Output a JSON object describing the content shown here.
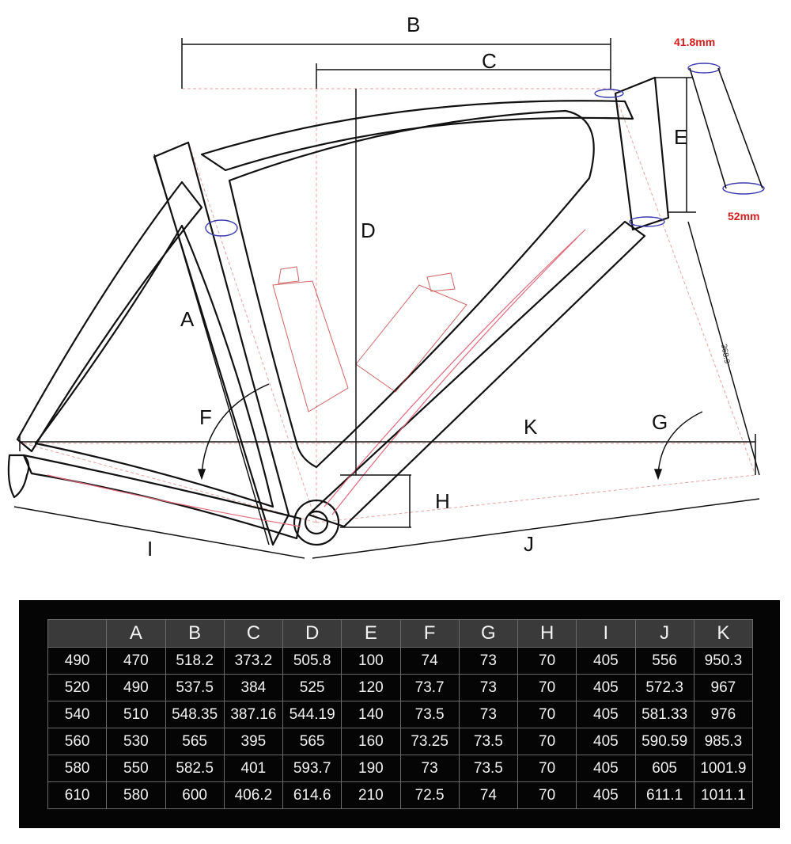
{
  "diagram": {
    "labels": {
      "A": "A",
      "B": "B",
      "C": "C",
      "D": "D",
      "E": "E",
      "F": "F",
      "G": "G",
      "H": "H",
      "I": "I",
      "J": "J",
      "K": "K"
    },
    "top_diameter": "41.8mm",
    "bottom_diameter": "52mm",
    "fork_length": "368.9",
    "colors": {
      "line": "#111111",
      "annotation": "#d41c1c",
      "guide": "#e9a3a3",
      "table_bg": "#050505",
      "header_bg": "#3a3a3a"
    }
  },
  "table": {
    "columns": [
      "",
      "A",
      "B",
      "C",
      "D",
      "E",
      "F",
      "G",
      "H",
      "I",
      "J",
      "K"
    ],
    "rows": [
      [
        "490",
        "470",
        "518.2",
        "373.2",
        "505.8",
        "100",
        "74",
        "73",
        "70",
        "405",
        "556",
        "950.3"
      ],
      [
        "520",
        "490",
        "537.5",
        "384",
        "525",
        "120",
        "73.7",
        "73",
        "70",
        "405",
        "572.3",
        "967"
      ],
      [
        "540",
        "510",
        "548.35",
        "387.16",
        "544.19",
        "140",
        "73.5",
        "73",
        "70",
        "405",
        "581.33",
        "976"
      ],
      [
        "560",
        "530",
        "565",
        "395",
        "565",
        "160",
        "73.25",
        "73.5",
        "70",
        "405",
        "590.59",
        "985.3"
      ],
      [
        "580",
        "550",
        "582.5",
        "401",
        "593.7",
        "190",
        "73",
        "73.5",
        "70",
        "405",
        "605",
        "1001.9"
      ],
      [
        "610",
        "580",
        "600",
        "406.2",
        "614.6",
        "210",
        "72.5",
        "74",
        "70",
        "405",
        "611.1",
        "1011.1"
      ]
    ]
  }
}
